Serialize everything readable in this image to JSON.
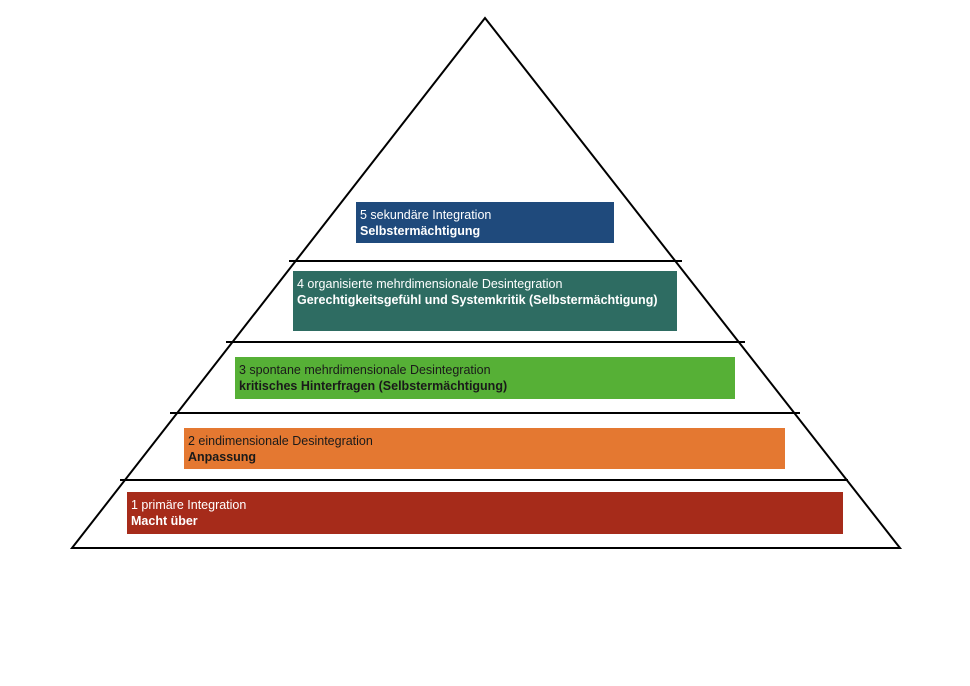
{
  "diagram": {
    "levels": [
      {
        "number": "1",
        "title": "1 primäre Integration",
        "subtitle": "Macht über",
        "color": "#a62b1a",
        "text_color": "#ffffff"
      },
      {
        "number": "2",
        "title": "2 eindimensionale Desintegration",
        "subtitle": "Anpassung",
        "color": "#e47831",
        "text_color": "#1a1a1a"
      },
      {
        "number": "3",
        "title": "3 spontane mehrdimensionale Desintegration",
        "subtitle": "kritisches Hinterfragen (Selbstermächtigung)",
        "color": "#56b036",
        "text_color": "#1a1a1a"
      },
      {
        "number": "4",
        "title": "4 organisierte mehrdimensionale Desintegration",
        "subtitle": "Gerechtigkeitsgefühl und Systemkritik (Selbstermächtigung)",
        "color": "#2e6c62",
        "text_color": "#ffffff"
      },
      {
        "number": "5",
        "title": "5 sekundäre Integration",
        "subtitle": "Selbstermächtigung",
        "color": "#1f4a7c",
        "text_color": "#ffffff"
      }
    ],
    "outline_color": "#000000",
    "background": "#ffffff"
  }
}
